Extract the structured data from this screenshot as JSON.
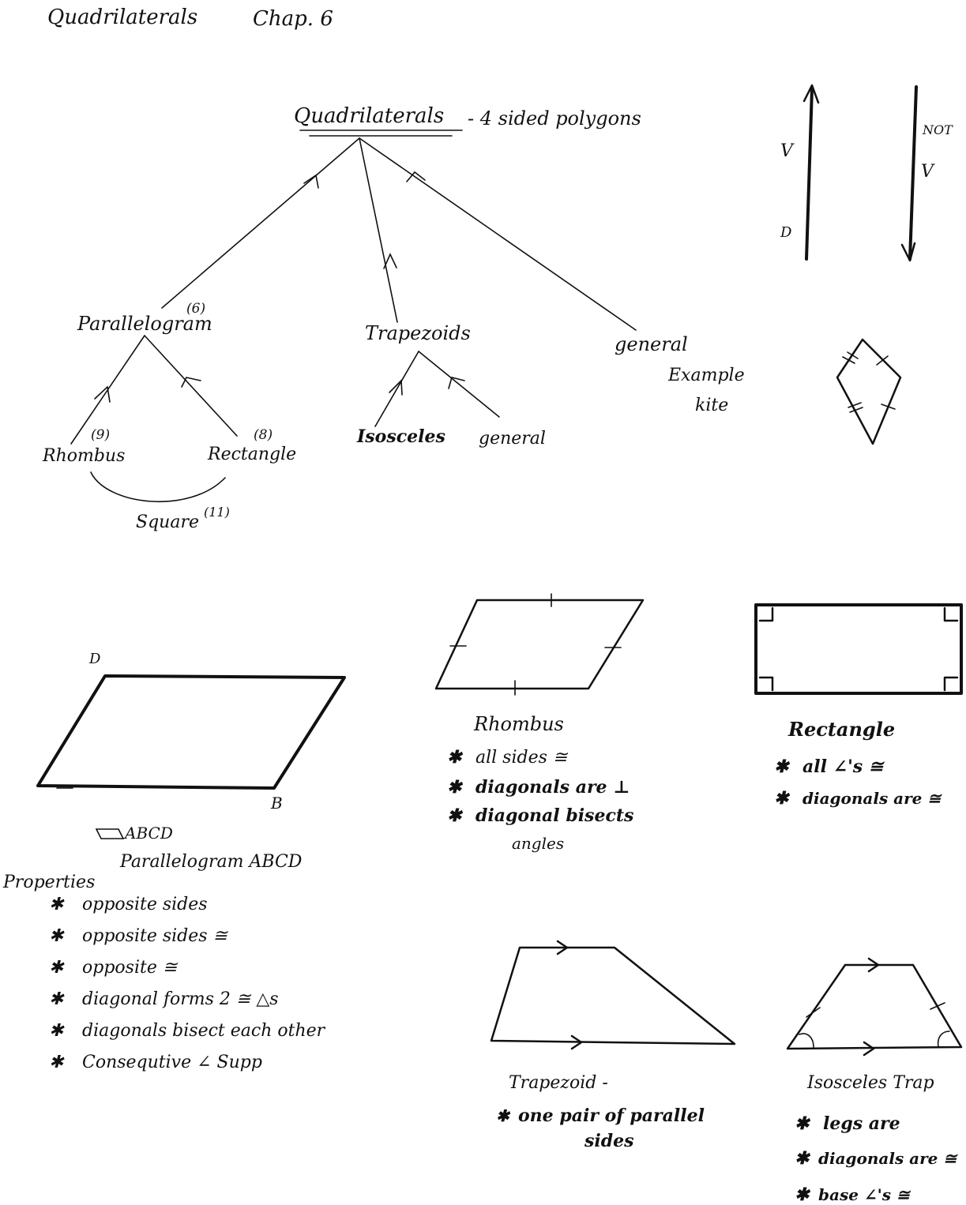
{
  "header": {
    "title": "Quadrilaterals",
    "chapter": "Chap. 6"
  },
  "tree": {
    "root": "Quadrilaterals",
    "root_definition": "- 4 sided polygons",
    "parallelogram": {
      "label": "Parallelogram",
      "number": "(6)"
    },
    "trapezoids": {
      "label": "Trapezoids"
    },
    "general": {
      "label": "general"
    },
    "example_kite": [
      "Example",
      "kite"
    ],
    "rhombus": {
      "label": "Rhombus",
      "number": "(9)"
    },
    "rectangle": {
      "label": "Rectangle",
      "number": "(8)"
    },
    "isosceles": {
      "label": "Isosceles"
    },
    "trap_general": {
      "label": "general"
    },
    "square": {
      "label": "Square",
      "number": "(11)"
    }
  },
  "arrows": {
    "left_top": "V",
    "left_bottom": "D",
    "right_not": "NOT",
    "right_v": "V"
  },
  "parallelogram_figure": {
    "vertex_d": "D",
    "vertex_b": "B",
    "symbol_name": "ABCD",
    "name": "Parallelogram ABCD",
    "properties_title": "Properties",
    "properties": [
      "opposite sides",
      "opposite sides ≅",
      "opposite               ≅",
      "diagonal forms 2 ≅ △s",
      "diagonals bisect each other",
      "Consequtive ∠              Supp"
    ]
  },
  "rhombus_figure": {
    "title": "Rhombus",
    "properties": [
      "all sides ≅",
      "diagonals are ⊥",
      "diagonal bisects"
    ],
    "continuation": "angles"
  },
  "rectangle_figure": {
    "title": "Rectangle",
    "properties": [
      "all ∠'s ≅",
      "diagonals are ≅"
    ]
  },
  "trapezoid_figure": {
    "title": "Trapezoid -",
    "properties": [
      "one pair of parallel"
    ],
    "continuation": "sides"
  },
  "isosceles_figure": {
    "title": "Isosceles Trap",
    "properties": [
      "legs are",
      "diagonals are ≅",
      "base ∠'s          ≅"
    ]
  },
  "bullet": "✱"
}
